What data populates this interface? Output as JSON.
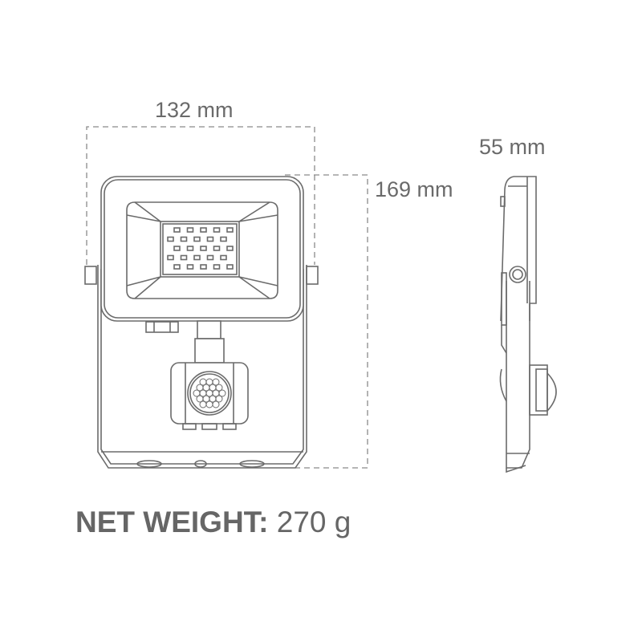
{
  "dimensions": {
    "width": "132 mm",
    "height": "169 mm",
    "depth": "55 mm"
  },
  "weight": {
    "label": "NET WEIGHT",
    "separator": ":",
    "value": " 270 g"
  },
  "colors": {
    "line": "#6b6b6b",
    "text": "#666666"
  }
}
